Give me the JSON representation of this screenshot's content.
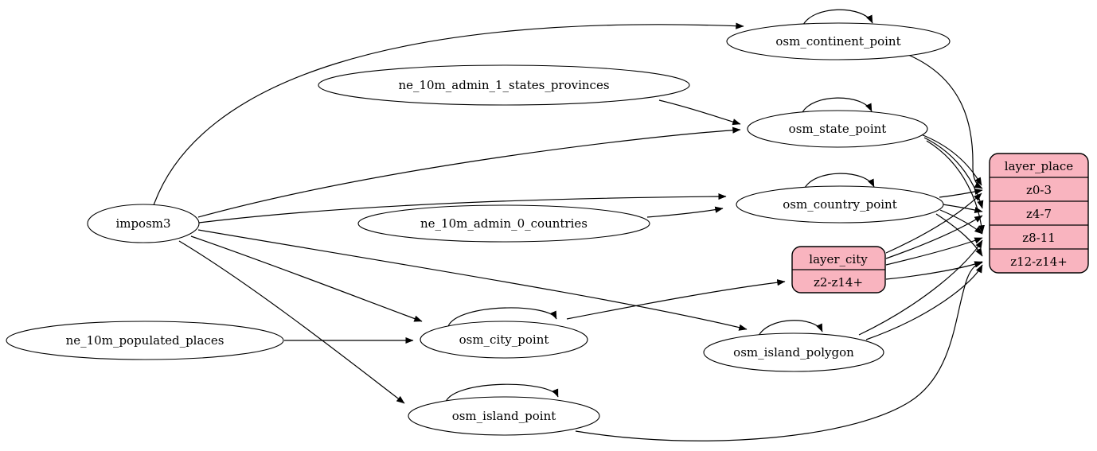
{
  "diagram": {
    "type": "graphviz-etl-graph",
    "colors": {
      "background": "#ffffff",
      "node_fill": "#ffffff",
      "record_fill": "#f9b4bf",
      "edge": "#000000",
      "border": "#000000"
    },
    "nodes": {
      "imposm3": {
        "label": "imposm3"
      },
      "ne_10m_admin_1_states_provinces": {
        "label": "ne_10m_admin_1_states_provinces"
      },
      "ne_10m_admin_0_countries": {
        "label": "ne_10m_admin_0_countries"
      },
      "ne_10m_populated_places": {
        "label": "ne_10m_populated_places"
      },
      "osm_continent_point": {
        "label": "osm_continent_point"
      },
      "osm_state_point": {
        "label": "osm_state_point"
      },
      "osm_country_point": {
        "label": "osm_country_point"
      },
      "osm_city_point": {
        "label": "osm_city_point"
      },
      "osm_island_polygon": {
        "label": "osm_island_polygon"
      },
      "osm_island_point": {
        "label": "osm_island_point"
      }
    },
    "records": {
      "layer_city": {
        "title": "layer_city",
        "rows": [
          "z2-z14+"
        ]
      },
      "layer_place": {
        "title": "layer_place",
        "rows": [
          "z0-3",
          "z4-7",
          "z8-11",
          "z12-z14+"
        ]
      }
    },
    "edges": [
      {
        "from": "imposm3",
        "to": "osm_continent_point"
      },
      {
        "from": "imposm3",
        "to": "osm_state_point"
      },
      {
        "from": "imposm3",
        "to": "osm_country_point"
      },
      {
        "from": "imposm3",
        "to": "osm_city_point"
      },
      {
        "from": "imposm3",
        "to": "osm_island_polygon"
      },
      {
        "from": "imposm3",
        "to": "osm_island_point"
      },
      {
        "from": "ne_10m_admin_1_states_provinces",
        "to": "osm_state_point"
      },
      {
        "from": "ne_10m_admin_0_countries",
        "to": "osm_country_point"
      },
      {
        "from": "ne_10m_populated_places",
        "to": "osm_city_point"
      },
      {
        "from": "osm_continent_point",
        "to": "osm_continent_point"
      },
      {
        "from": "osm_state_point",
        "to": "osm_state_point"
      },
      {
        "from": "osm_country_point",
        "to": "osm_country_point"
      },
      {
        "from": "osm_city_point",
        "to": "osm_city_point"
      },
      {
        "from": "osm_island_polygon",
        "to": "osm_island_polygon"
      },
      {
        "from": "osm_island_point",
        "to": "osm_island_point"
      },
      {
        "from": "osm_city_point",
        "to": "layer_city:z2-z14+"
      },
      {
        "from": "osm_continent_point",
        "to": "layer_place:z0-3"
      },
      {
        "from": "osm_state_point",
        "to": "layer_place:z0-3"
      },
      {
        "from": "osm_state_point",
        "to": "layer_place:z4-7"
      },
      {
        "from": "osm_state_point",
        "to": "layer_place:z8-11"
      },
      {
        "from": "osm_country_point",
        "to": "layer_place:z0-3"
      },
      {
        "from": "osm_country_point",
        "to": "layer_place:z4-7"
      },
      {
        "from": "osm_country_point",
        "to": "layer_place:z8-11"
      },
      {
        "from": "osm_country_point",
        "to": "layer_place:z12-z14+"
      },
      {
        "from": "layer_city",
        "to": "layer_place:z0-3"
      },
      {
        "from": "layer_city",
        "to": "layer_place:z4-7"
      },
      {
        "from": "layer_city",
        "to": "layer_place:z8-11"
      },
      {
        "from": "layer_city",
        "to": "layer_place:z12-z14+"
      },
      {
        "from": "osm_island_polygon",
        "to": "layer_place:z8-11"
      },
      {
        "from": "osm_island_polygon",
        "to": "layer_place:z12-z14+"
      },
      {
        "from": "osm_island_point",
        "to": "layer_place:z12-z14+"
      }
    ]
  }
}
